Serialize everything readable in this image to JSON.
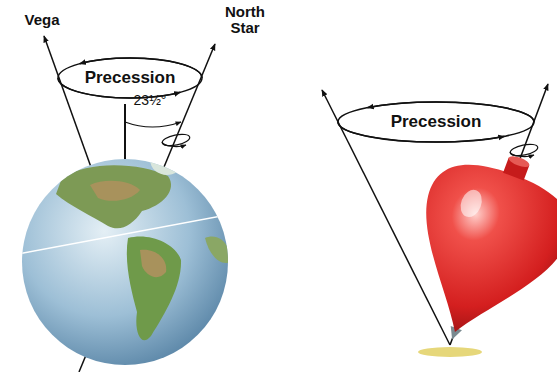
{
  "diagram": {
    "labels": [
      "Vega",
      "North Star",
      "Precession",
      "23½°",
      "Precession"
    ]
  }
}
